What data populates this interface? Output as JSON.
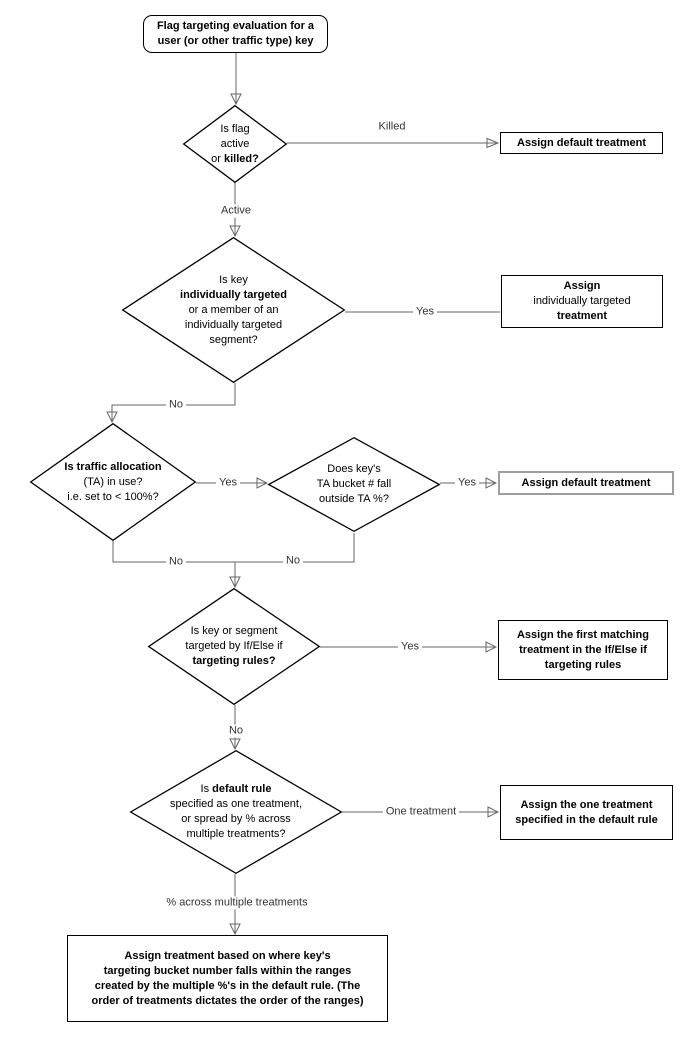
{
  "title": "Flag targeting evaluation flowchart",
  "colors": {
    "background": "#ffffff",
    "shape_border": "#000000",
    "connector": "#666666",
    "highlight_box_border": "#9e9e9e"
  },
  "nodes": {
    "start": {
      "lines": [
        [
          "Flag targeting evaluation for a"
        ],
        [
          "user (or other traffic type) key"
        ]
      ]
    },
    "d1": {
      "lines": [
        [
          "Is flag"
        ],
        [
          "active"
        ],
        [
          "or ",
          "killed?"
        ]
      ]
    },
    "a1": {
      "lines": [
        [
          "Assign default treatment"
        ]
      ]
    },
    "d2": {
      "lines": [
        [
          "Is key"
        ],
        [
          "individually targeted"
        ],
        [
          "or a member of an"
        ],
        [
          "individually targeted"
        ],
        [
          "segment?"
        ]
      ]
    },
    "a2": {
      "lines": [
        [
          "Assign"
        ],
        [
          "individually targeted"
        ],
        [
          "treatment"
        ]
      ]
    },
    "d3": {
      "lines": [
        [
          "Is traffic allocation"
        ],
        [
          "(TA) in use?"
        ],
        [
          "i.e. set to < 100%?"
        ]
      ]
    },
    "d4": {
      "lines": [
        [
          "Does key's"
        ],
        [
          "TA bucket # fall"
        ],
        [
          "outside TA %?"
        ]
      ]
    },
    "a3": {
      "lines": [
        [
          "Assign default treatment"
        ]
      ]
    },
    "d5": {
      "lines": [
        [
          "Is key or segment"
        ],
        [
          "targeted by If/Else if"
        ],
        [
          "targeting rules?"
        ]
      ]
    },
    "a4": {
      "lines": [
        [
          "Assign the first matching"
        ],
        [
          "treatment in the If/Else if"
        ],
        [
          "targeting rules"
        ]
      ]
    },
    "d6": {
      "lines": [
        [
          "Is ",
          "default rule"
        ],
        [
          "specified as one treatment,"
        ],
        [
          "or spread by % across"
        ],
        [
          "multiple treatments?"
        ]
      ]
    },
    "a5": {
      "lines": [
        [
          "Assign the one treatment"
        ],
        [
          "specified in the default rule"
        ]
      ]
    },
    "final": {
      "lines": [
        [
          "Assign treatment based on where key's"
        ],
        [
          "targeting bucket number falls within the ranges"
        ],
        [
          "created by the multiple %'s in the default rule. (The"
        ],
        [
          "order of treatments dictates the order of the ranges)"
        ]
      ]
    }
  },
  "edge_labels": {
    "killed": "Killed",
    "active": "Active",
    "yes_individual": "Yes",
    "no_individual": "No",
    "yes_ta": "Yes",
    "yes_outside": "Yes",
    "no_ta": "No",
    "no_outside": "No",
    "yes_rules": "Yes",
    "no_rules": "No",
    "one_treatment": "One treatment",
    "pct_across": "% across multiple treatments"
  }
}
